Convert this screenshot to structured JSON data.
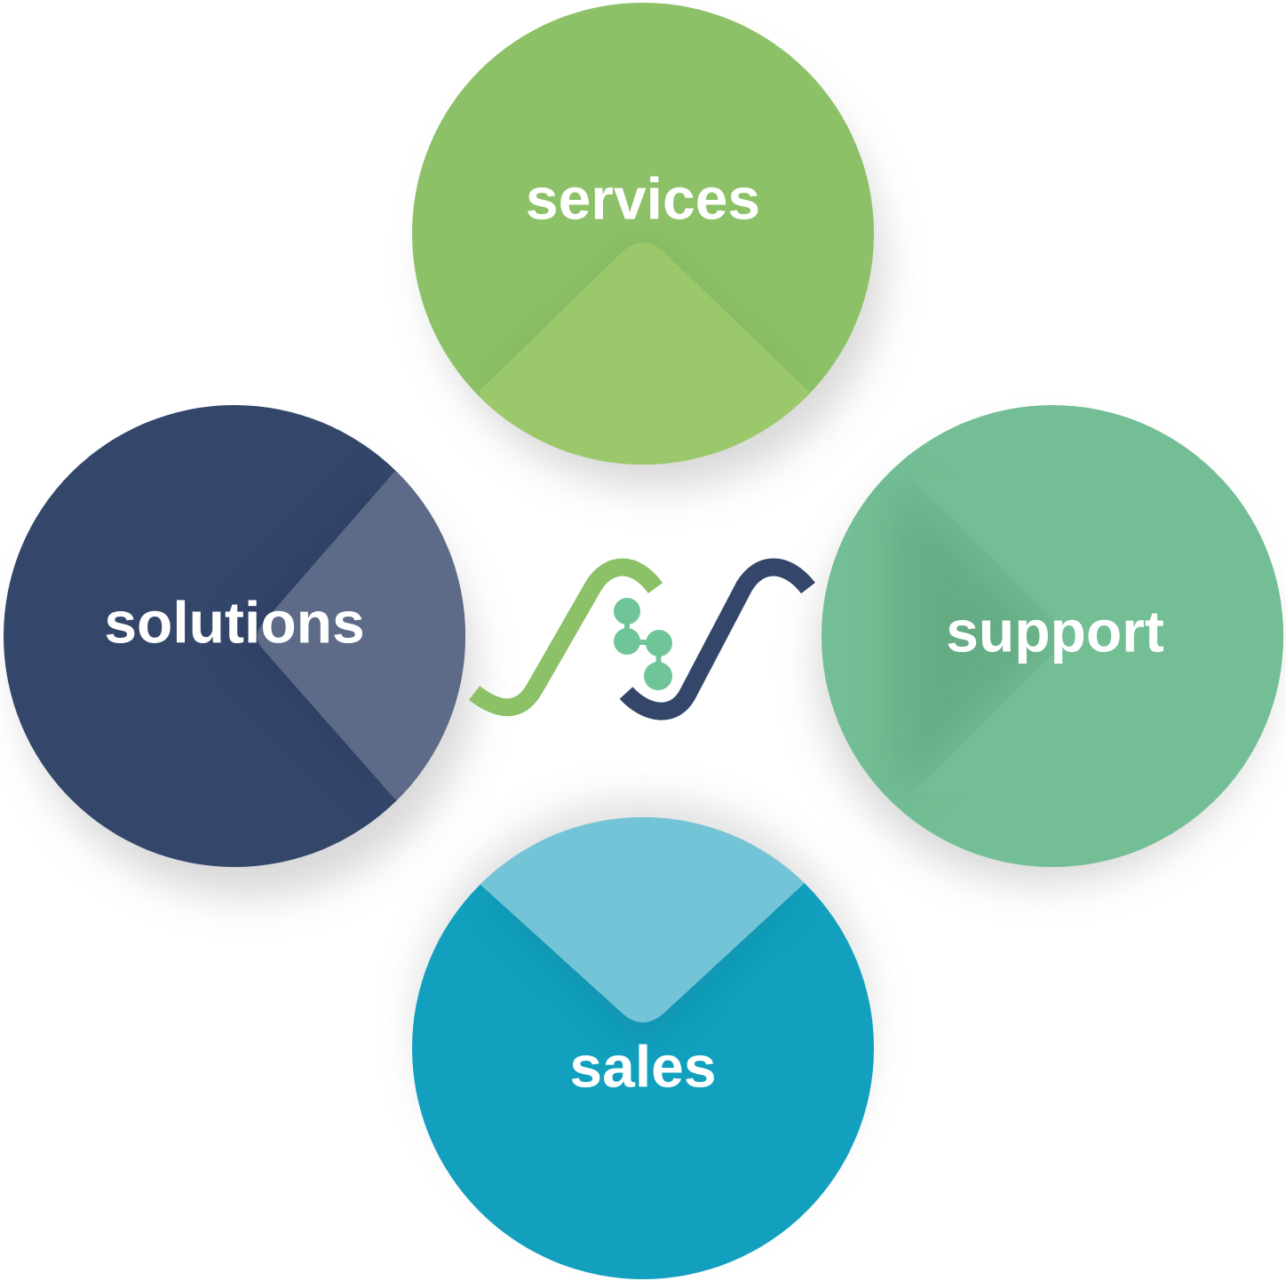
{
  "nodes": [
    {
      "id": "services",
      "label": "services",
      "base_color": "#8dc168",
      "wedge_color": "#9cc86c",
      "shade_color": "#6f9e4f",
      "shadow_color": "#b9b9b9"
    },
    {
      "id": "support",
      "label": "support",
      "base_color": "#73be94",
      "wedge_color": "#73be94",
      "shade_color": "#5a9f7a",
      "shadow_color": "#b9b9b9"
    },
    {
      "id": "sales",
      "label": "sales",
      "base_color": "#12a0be",
      "wedge_color": "#74c4d8",
      "shade_color": "#0d86a0",
      "shadow_color": "#b9b9b9"
    },
    {
      "id": "solutions",
      "label": "solutions",
      "base_color": "#34476b",
      "wedge_color": "#5d6b88",
      "shade_color": "#26385a",
      "shadow_color": "#b9b9b9"
    }
  ],
  "logo": {
    "icon": "double-s-molecule-logo",
    "green": "#8dc168",
    "navy": "#34476b",
    "dot_color": "#6fc498"
  }
}
